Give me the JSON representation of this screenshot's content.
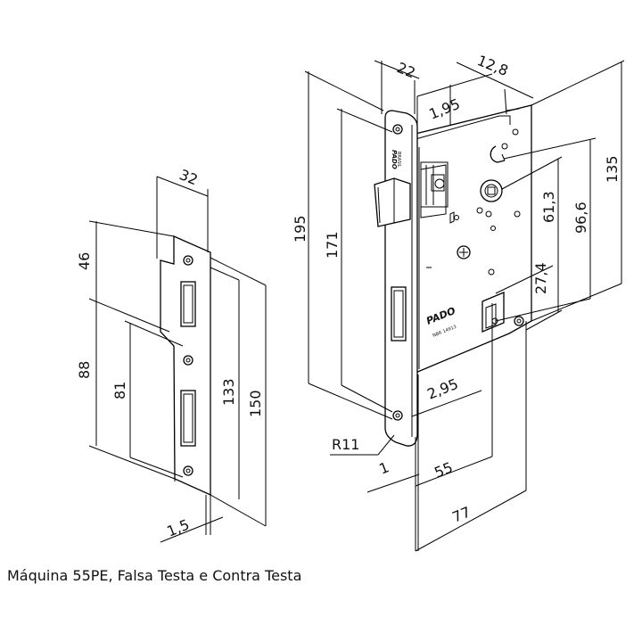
{
  "caption": "Máquina 55PE, Falsa Testa e Contra Testa",
  "strike_plate": {
    "width": "32",
    "top_offset": "46",
    "latch_offset": "88",
    "latch_hole_span": "81",
    "inner_height": "133",
    "total_height": "150",
    "thickness": "1,5"
  },
  "lock_body": {
    "faceplate_width": "22",
    "depth_offset": "12,8",
    "front_thickness": "1,95",
    "total_height": "195",
    "faceplate_hole_span": "171",
    "case_height": "135",
    "keyhole_offset": "96,6",
    "handle_offset": "61,3",
    "key_spacing": "27,4",
    "plate_thickness": "2,95",
    "corner_radius": "R11",
    "gap": "1",
    "backset": "55",
    "depth": "77"
  },
  "markings": {
    "brand": "PADO",
    "origin": "BRASIL",
    "norm": "NBR 14913"
  }
}
